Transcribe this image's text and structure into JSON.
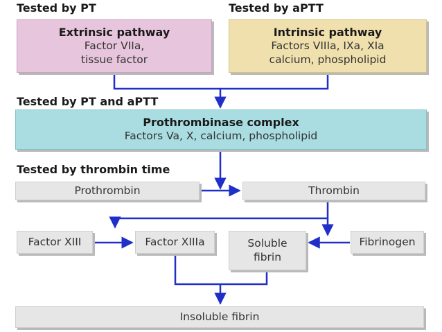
{
  "labels": {
    "tested_pt": "Tested by PT",
    "tested_aptt": "Tested by aPTT",
    "tested_pt_aptt": "Tested by PT and aPTT",
    "tested_thrombin": "Tested by thrombin time"
  },
  "boxes": {
    "extrinsic": {
      "title": "Extrinsic pathway",
      "line1": "Factor VIIa,",
      "line2": "tissue factor"
    },
    "intrinsic": {
      "title": "Intrinsic pathway",
      "line1": "Factors VIIIa, IXa, XIa",
      "line2": "calcium, phospholipid"
    },
    "prothrombinase": {
      "title": "Prothrombinase complex",
      "line1": "Factors Va, X, calcium, phospholipid"
    },
    "prothrombin": "Prothrombin",
    "thrombin": "Thrombin",
    "factor_xiii": "Factor XIII",
    "factor_xiiia": "Factor XIIIa",
    "soluble_fibrin": {
      "line1": "Soluble",
      "line2": "fibrin"
    },
    "fibrinogen": "Fibrinogen",
    "insoluble_fibrin": "Insoluble fibrin"
  },
  "colors": {
    "arrow": "#1f2fc8",
    "extrinsic": "#e7c5dc",
    "intrinsic": "#efe0ad",
    "prothrombinase": "#a9dde2",
    "grey_box": "#e6e6e6"
  }
}
